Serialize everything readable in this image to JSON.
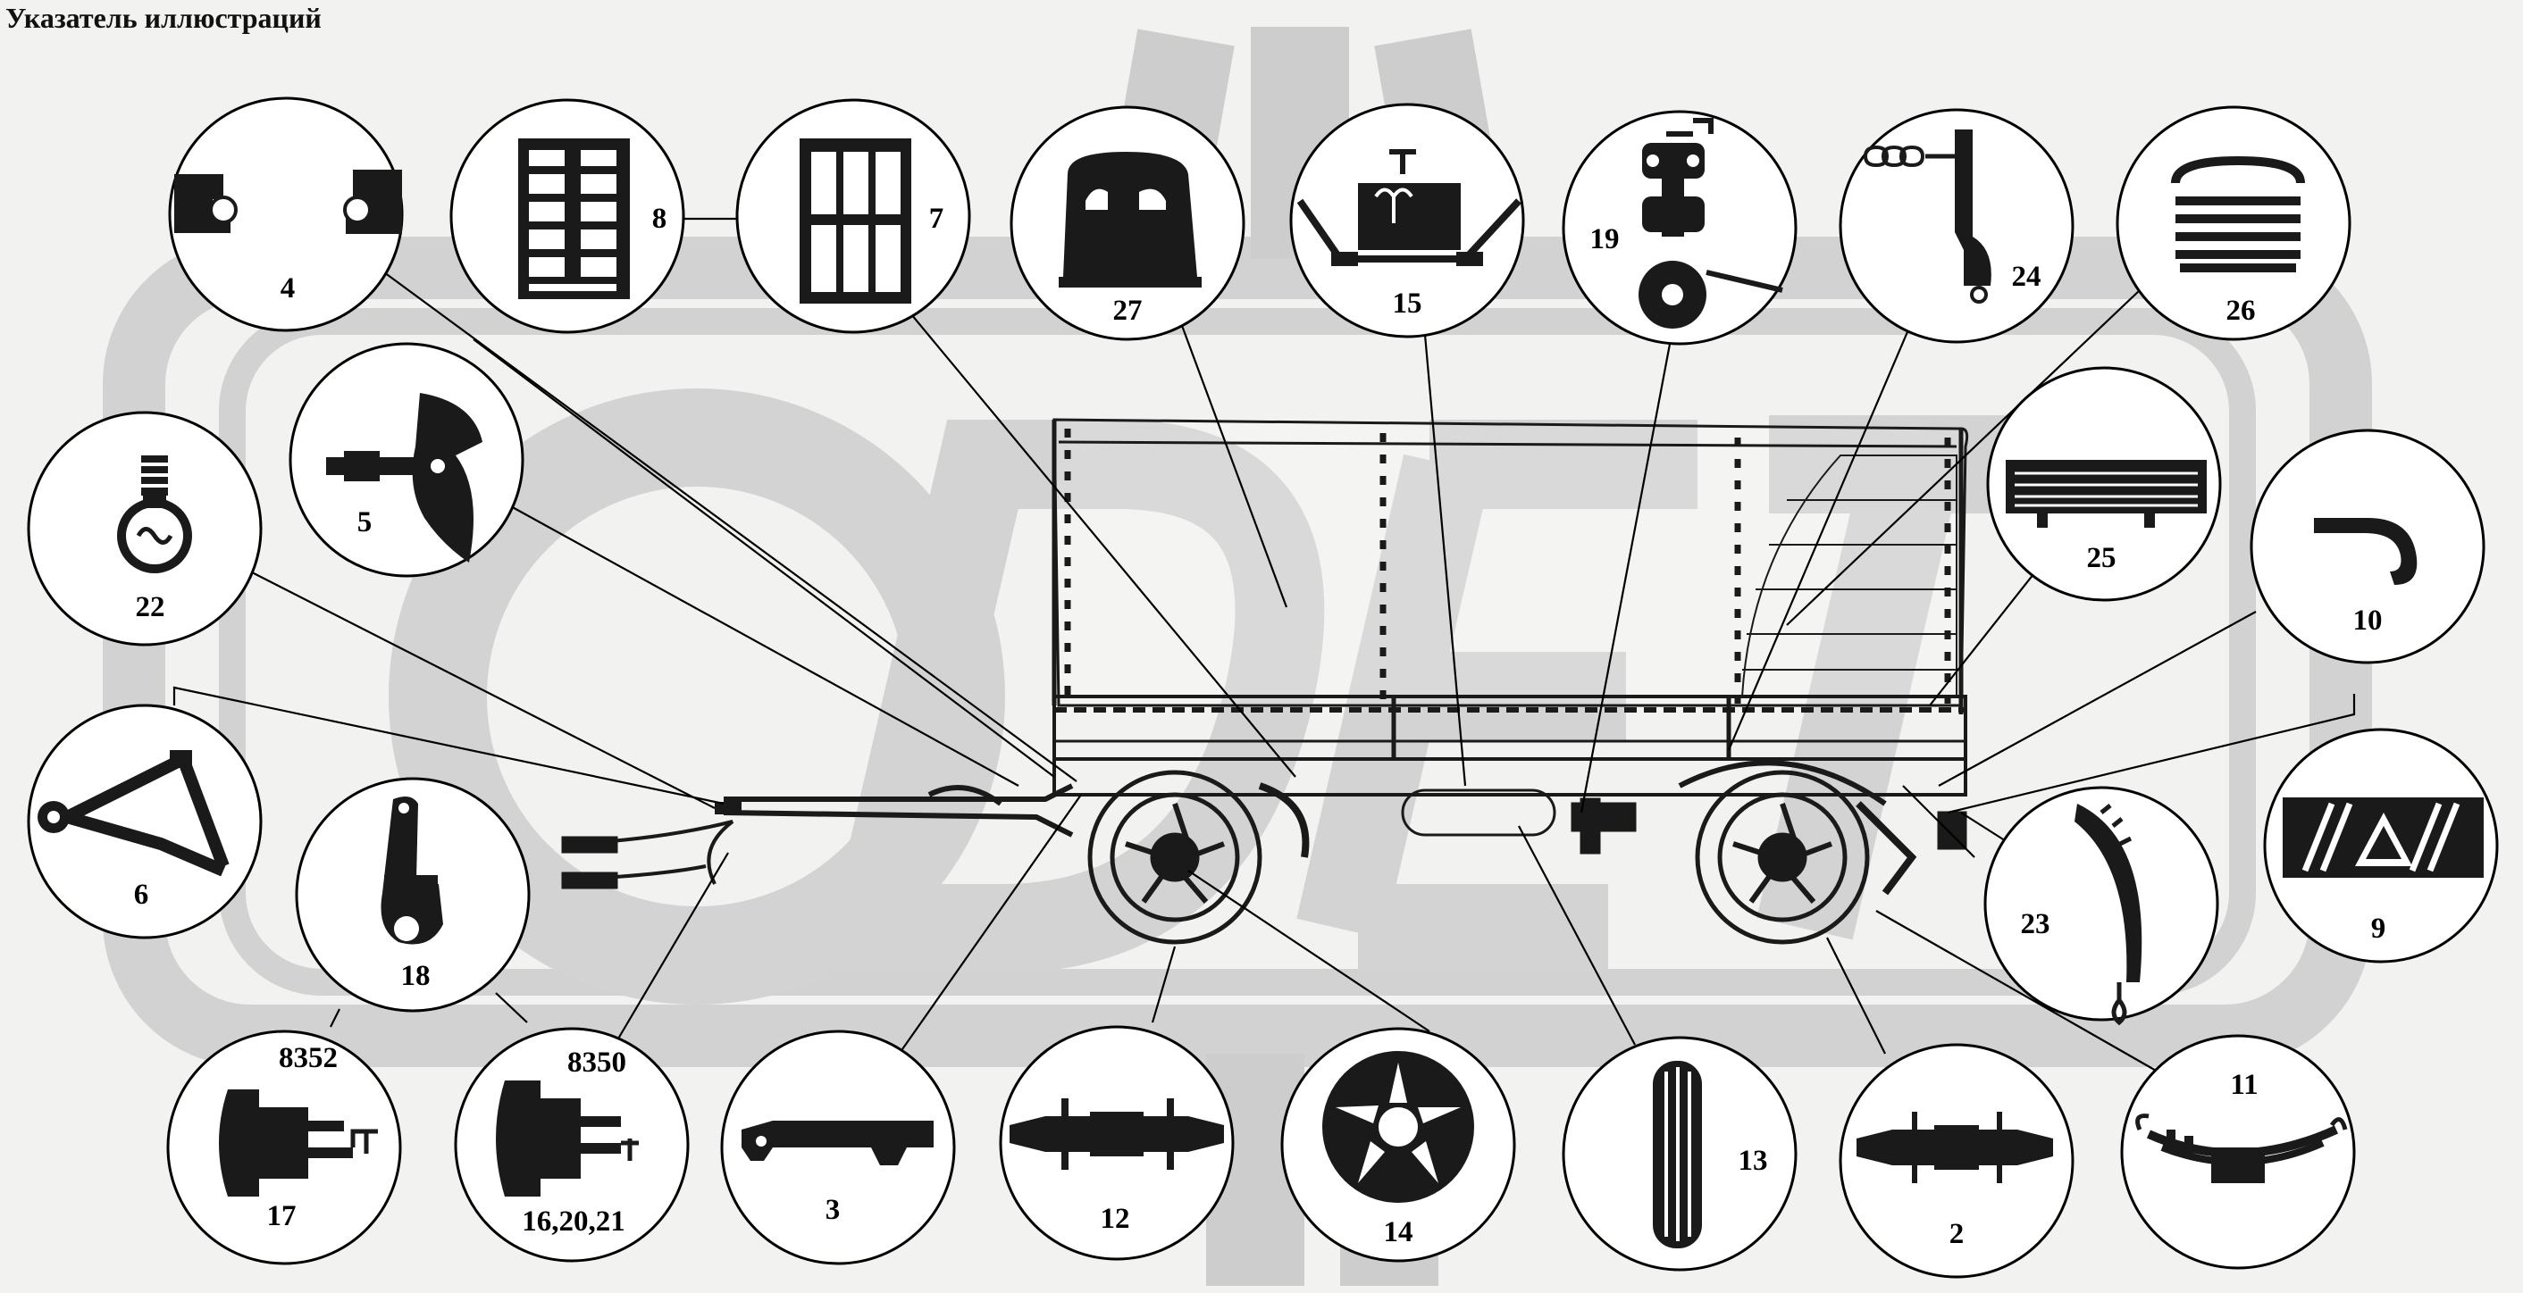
{
  "title": "Указатель иллюстраций",
  "callouts": [
    {
      "id": "c4",
      "label": "4",
      "icon": "clamp-icon"
    },
    {
      "id": "c8",
      "label": "8",
      "icon": "grille-panel-icon"
    },
    {
      "id": "c7",
      "label": "7",
      "icon": "side-panel-icon"
    },
    {
      "id": "c27",
      "label": "27",
      "icon": "tarpaulin-cover-icon"
    },
    {
      "id": "c15",
      "label": "15",
      "icon": "spare-wheel-holder-icon"
    },
    {
      "id": "c19",
      "label": "19",
      "icon": "support-leg-icon"
    },
    {
      "id": "c24",
      "label": "24",
      "icon": "chain-bracket-icon"
    },
    {
      "id": "c26",
      "label": "26",
      "icon": "arch-frame-icon"
    },
    {
      "id": "c25",
      "label": "25",
      "icon": "tool-box-icon"
    },
    {
      "id": "c10",
      "label": "10",
      "icon": "hook-icon"
    },
    {
      "id": "c9",
      "label": "9",
      "icon": "rear-marking-plate-icon"
    },
    {
      "id": "c23",
      "label": "23",
      "icon": "mudguard-icon"
    },
    {
      "id": "c11",
      "label": "11",
      "icon": "leaf-spring-icon"
    },
    {
      "id": "c2",
      "label": "2",
      "icon": "rear-axle-icon"
    },
    {
      "id": "c13",
      "label": "13",
      "icon": "tire-icon"
    },
    {
      "id": "c14",
      "label": "14",
      "icon": "wheel-disc-icon"
    },
    {
      "id": "c12",
      "label": "12",
      "icon": "front-axle-icon"
    },
    {
      "id": "c3",
      "label": "3",
      "icon": "turntable-beam-icon"
    },
    {
      "id": "c16",
      "label": "16,20,21",
      "sublabel": "8350",
      "icon": "brake-chamber-icon"
    },
    {
      "id": "c17",
      "label": "17",
      "sublabel": "8352",
      "icon": "brake-chamber-icon"
    },
    {
      "id": "c18",
      "label": "18",
      "icon": "slack-adjuster-icon"
    },
    {
      "id": "c6",
      "label": "6",
      "icon": "drawbar-icon"
    },
    {
      "id": "c22",
      "label": "22",
      "icon": "lamp-bulb-icon"
    },
    {
      "id": "c5",
      "label": "5",
      "icon": "coupling-head-icon"
    }
  ],
  "watermark": "ОДЕТ"
}
